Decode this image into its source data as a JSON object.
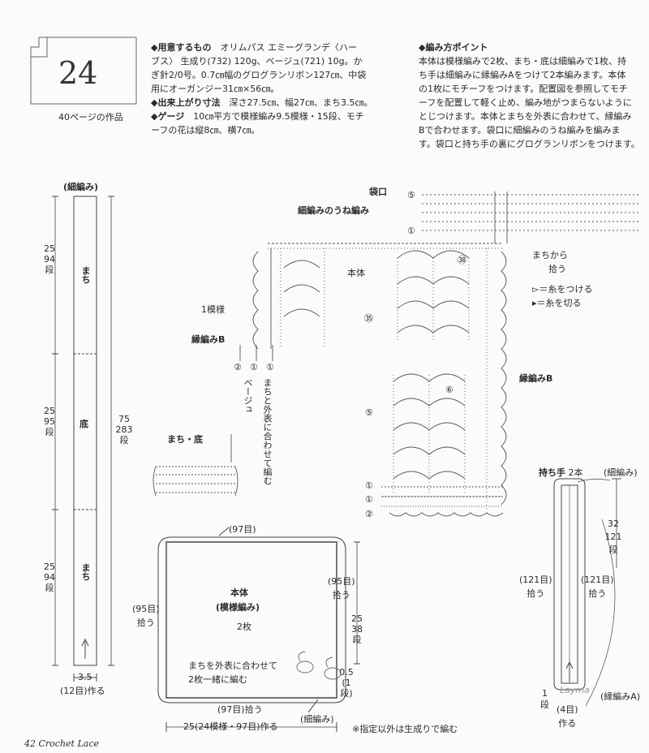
{
  "header": {
    "pattern_number": "24",
    "page_ref": "40ページの作品",
    "materials_head": "◆用意するもの",
    "materials_lines": [
      "オリムパス エミーグランデ〈ハー",
      "ブス〉 生成り(732) 120g、ベージュ(721) 10g。か",
      "ぎ針2/0号。0.7㎝幅のグログランリボン127㎝、中袋",
      "用にオーガンジー31㎝×56㎝。"
    ],
    "size_head": "◆出来上がり寸法",
    "size_text": "深さ27.5㎝、幅27㎝、まち3.5㎝。",
    "gauge_head": "◆ゲージ",
    "gauge_lines": [
      "10㎝平方で模様編み9.5模様・15段、モチ",
      "ーフの花は縦8㎝、横7㎝。"
    ],
    "points_head": "◆編み方ポイント",
    "points_lines": [
      "本体は模様編みで2枚、まち・底は細編みで1枚、持",
      "ち手は細編みに縁編みAをつけて2本編みます。本体",
      "の1枚にモチーフをつけます。配置図を参照してモチ",
      "ーフを配置して軽く止め、編み地がつまらないように",
      "とじつけます。本体とまちを外表に合わせて、縁編み",
      "Bで合わせます。袋口に細編みのうね編みを編みま",
      "す。袋口と持ち手の裏にグログランリボンをつけます。"
    ]
  },
  "strip": {
    "top_label": "(細編み)",
    "sections": [
      {
        "name": "まち",
        "cm": "25",
        "rows": "94",
        "unit": "段"
      },
      {
        "name": "底",
        "cm": "25",
        "rows": "95",
        "unit": "段"
      },
      {
        "name": "まち",
        "cm": "25",
        "rows": "94",
        "unit": "段"
      }
    ],
    "total_cm": "75",
    "total_rows": "283",
    "total_unit": "段",
    "bottom_width": "3.5",
    "bottom_start": "(12目)作る"
  },
  "chart": {
    "fukuro_kuchi": "袋口",
    "une_label": "細編みのうね編み",
    "hontai": "本体",
    "one_pattern": "1模様",
    "edge_b_left": "縁編みB",
    "edge_b_right": "縁編みB",
    "machi_hirou": [
      "まちから",
      "拾う"
    ],
    "legend_attach": "▻＝糸をつける",
    "legend_cut": "▸＝糸を切る",
    "beige": "ベージュ",
    "join_text": "まちと外表に合わせて編む",
    "machi_soko": "まち・底",
    "row_labels": [
      "⑤",
      "①",
      "㊳",
      "㉟",
      "⑥",
      "⑤",
      "①",
      "①",
      "②"
    ],
    "left_row_labels": [
      "②",
      "①",
      "①"
    ]
  },
  "body_layout": {
    "top": "(97目)",
    "left_pick": [
      "(95目)",
      "拾う"
    ],
    "right_pick": [
      "(95目)",
      "拾う"
    ],
    "title": "本体",
    "subtitle": "(模様編み)",
    "count": "2枚",
    "height_cm": "25",
    "height_rows": "38",
    "height_unit": "段",
    "join_note": [
      "まちを外表に合わせて",
      "2枚一緒に編む"
    ],
    "edge_note": [
      "0.5",
      "(1",
      "段)"
    ],
    "bottom_pick": "(97目)拾う",
    "bottom_width": "25(24模様・97目)作る",
    "small_label": "(細編み)",
    "note": "※指定以外は生成りで編む"
  },
  "handle": {
    "title": "持ち手",
    "count": "2本",
    "stitch": "(細編み)",
    "length_cm": "32",
    "length_rows": "121",
    "length_unit": "段",
    "left_pick": [
      "(121目)",
      "拾う"
    ],
    "right_pick": [
      "(121目)",
      "拾う"
    ],
    "edge_a": "(縁編みA)",
    "width_cm": "1",
    "width_unit": "段",
    "start": [
      "(4目)",
      "作る"
    ],
    "watermark": "Layma"
  },
  "footer": {
    "page": "42",
    "book": "Crochet Lace"
  }
}
